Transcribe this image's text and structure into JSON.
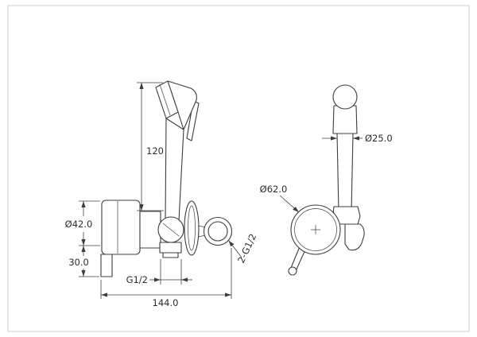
{
  "page": {
    "background": "#ffffff",
    "frame_color": "#cfcfcf",
    "line_color": "#3d3d3d",
    "text_color": "#2b2b2b"
  },
  "drawing": {
    "type": "technical-drawing",
    "subject": "Handheld bidet sprayer with mixer valve, front and side views",
    "dimensions": {
      "handle_length": "120",
      "body_diameter": "Ø42.0",
      "inlet_height": "30.0",
      "outlet_thread": "G1/2",
      "overall_width": "144.0",
      "side_connections": "2-G1/2",
      "head_diameter": "Ø25.0",
      "flange_diameter": "Ø62.0"
    }
  }
}
